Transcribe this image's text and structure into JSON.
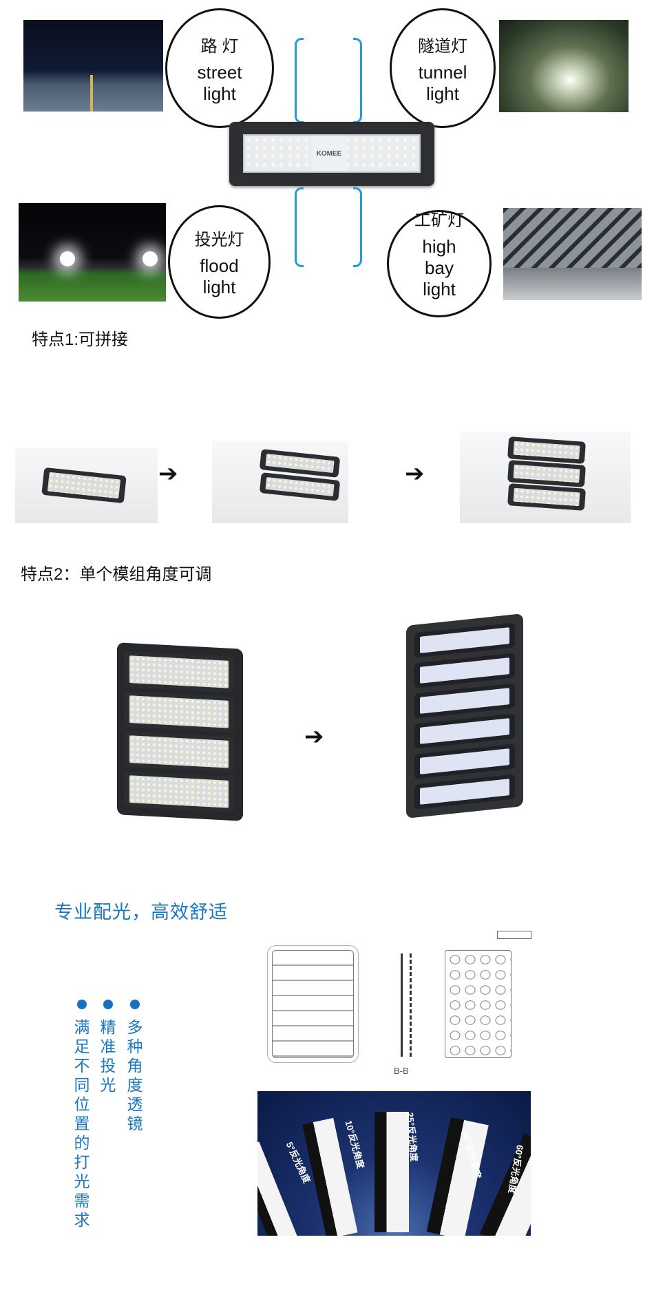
{
  "applications": [
    {
      "cn": "路 灯",
      "en1": "street",
      "en2": "light",
      "en3": ""
    },
    {
      "cn": "隧道灯",
      "en1": "tunnel",
      "en2": "light",
      "en3": ""
    },
    {
      "cn": "投光灯",
      "en1": "flood",
      "en2": "light",
      "en3": ""
    },
    {
      "cn": "工矿灯",
      "en1": "high",
      "en2": "bay",
      "en3": "light"
    }
  ],
  "lamp_brand": "KOMEE",
  "feature1": {
    "title": "特点1:可拼接",
    "arrow": "➔"
  },
  "feature2": {
    "title": "特点2：单个模组角度可调",
    "arrow": "➔"
  },
  "optics": {
    "title": "专业配光，高效舒适",
    "bullets": [
      "满足不同位置的打光需求",
      "精准投光",
      "多种角度透镜"
    ],
    "section_label": "B-B",
    "lens_angles": [
      "5°反光角度",
      "10°反光角度",
      "25°反光角度",
      "45°反光角度",
      "60°反光角度"
    ]
  },
  "colors": {
    "accent": "#1a78c2",
    "bracket": "#1aa0d8"
  }
}
